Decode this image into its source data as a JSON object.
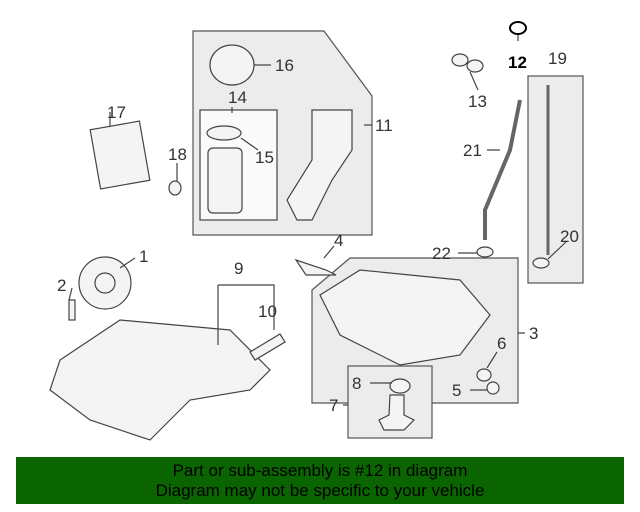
{
  "callouts": [
    "1",
    "2",
    "3",
    "4",
    "5",
    "6",
    "7",
    "8",
    "9",
    "10",
    "11",
    "12",
    "13",
    "14",
    "15",
    "16",
    "17",
    "18",
    "19",
    "20",
    "21",
    "22"
  ],
  "highlighted_callout": "12",
  "banner": {
    "line1": "Part or sub-assembly is #12 in diagram",
    "line2": "Diagram may not be specific to your vehicle",
    "color": "#0a6400"
  }
}
